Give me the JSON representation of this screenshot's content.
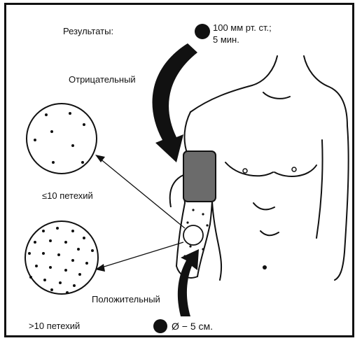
{
  "labels": {
    "results": "Результаты:",
    "pressure_line1": "100 мм рт. ст.;",
    "pressure_line2": "5 мин.",
    "negative": "Отрицательный",
    "le10": "≤10 петехий",
    "positive": "Положительный",
    "gt10": ">10 петехий",
    "diameter": "Ø − 5 см."
  },
  "colors": {
    "ink": "#111111",
    "cuff": "#6b6b6b",
    "background": "#ffffff"
  },
  "icons": {
    "pressure_marker": "black-dot-icon",
    "diameter_marker": "black-dot-icon",
    "negative_arrow": "curved-arrow-icon",
    "positive_arrow": "curved-arrow-icon"
  }
}
